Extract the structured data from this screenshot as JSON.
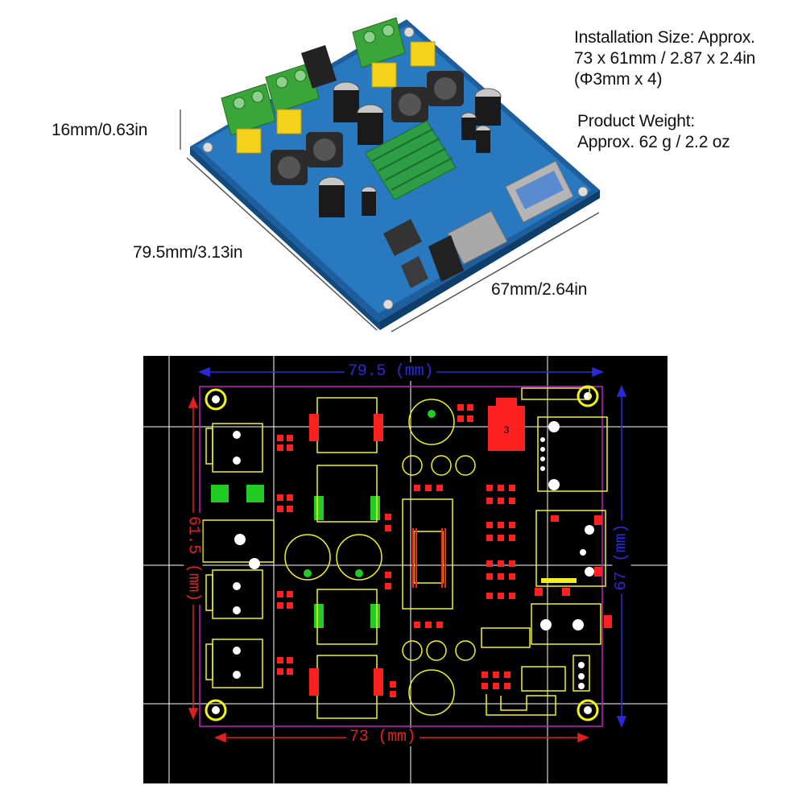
{
  "specs": {
    "installation_size_lines": [
      "Installation Size: Approx.",
      "73 x 61mm / 2.87 x 2.4in",
      "(Φ3mm x 4)"
    ],
    "product_weight_lines": [
      "Product Weight:",
      "Approx. 62 g / 2.2 oz"
    ]
  },
  "photo_dimensions": {
    "height": "16mm/0.63in",
    "length": "79.5mm/3.13in",
    "width": "67mm/2.64in"
  },
  "pcb_layout": {
    "top_dimension": "79.5 (mm)",
    "bottom_dimension": "73 (mm)",
    "left_dimension": "61.5 (mm)",
    "right_dimension": "67 (mm)",
    "component_marker": "3"
  },
  "colors": {
    "pcb_background": "#000000",
    "silkscreen": "#f2f21a",
    "copper_pad": "#ff2020",
    "green_pad": "#22cc22",
    "outline_magenta": "#c020c0",
    "dimension_blue": "#2a2ad8",
    "dimension_red": "#e02020",
    "grid": "#ffffff",
    "board_blue": "#1e6eb4",
    "terminal_green": "#3aa63a",
    "capacitor_yellow": "#f5d21a"
  }
}
